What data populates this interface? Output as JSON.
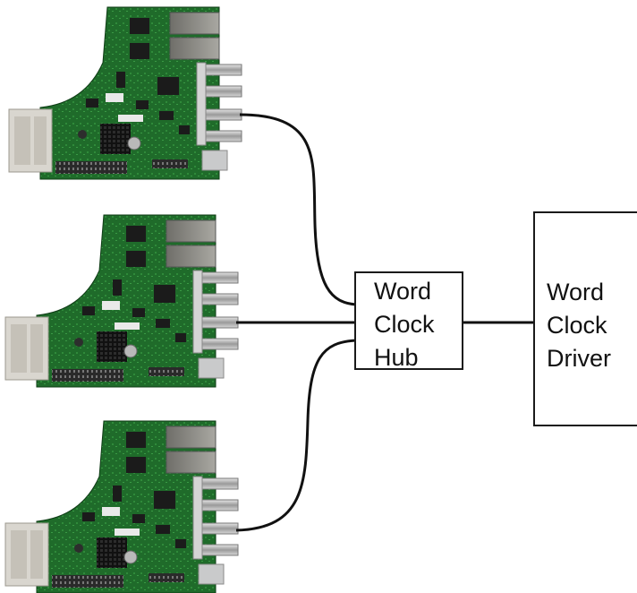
{
  "hub": {
    "label": "Word\nClock\nHub"
  },
  "driver": {
    "label": "Word\nClock\nDriver"
  },
  "colors": {
    "pcb_green": "#1f6b2a",
    "pcb_dark": "#134a1c",
    "chip": "#1b1b1b",
    "connector_silver": "#c9cacb",
    "sfp_metal": "#8d8c86",
    "cable": "#111111"
  },
  "icons": [
    "circuit-board-image",
    "bnc-connector-icon",
    "sfp-cage-icon",
    "heatsink-icon"
  ]
}
